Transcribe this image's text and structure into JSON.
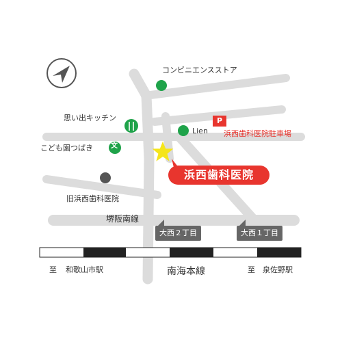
{
  "landmarks": {
    "convenience_store": "コンビニエンスストア",
    "restaurant": "思い出キッチン",
    "kindergarten": "こども園つばき",
    "lien": "Lien",
    "old_clinic": "旧浜西歯科医院",
    "parking_lot": "浜西歯科医院駐車場",
    "clinic": "浜西歯科医院"
  },
  "icons": {
    "parking": "P",
    "school": "文"
  },
  "roads": {
    "sakai_hannan": "堺阪南線"
  },
  "signs": {
    "onishi_2": "大西２丁目",
    "onishi_1": "大西１丁目"
  },
  "railway": {
    "name": "南海本線",
    "to_left_prefix": "至",
    "to_left": "和歌山市駅",
    "to_right_prefix": "至",
    "to_right": "泉佐野駅"
  },
  "colors": {
    "road": "#dcdcdc",
    "accent_red": "#e8352e",
    "green": "#1fa34a",
    "star": "#f5e51c",
    "sign": "#666666",
    "rail_dark": "#222222"
  }
}
